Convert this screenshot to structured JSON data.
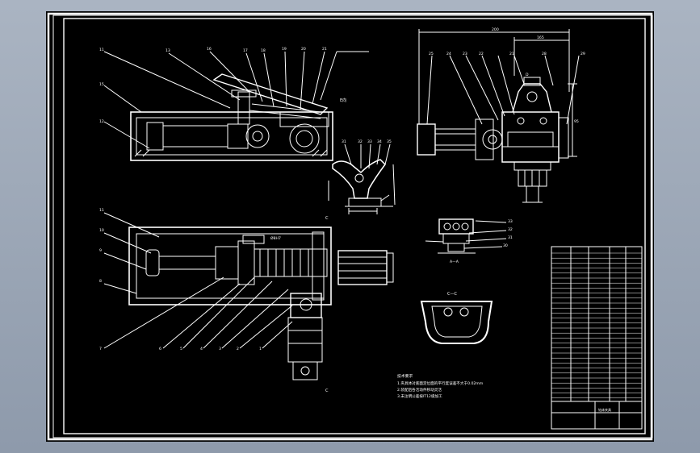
{
  "sheet": {
    "background": "#000000",
    "line_color": "#ffffff",
    "frame_color": "#ffffff"
  },
  "views": {
    "side_view": {
      "balloons": [
        "11",
        "13",
        "16",
        "17",
        "18",
        "19",
        "20",
        "21"
      ],
      "left_balloons": [
        "15",
        "12"
      ],
      "section_label": "E向"
    },
    "detail_view": {
      "balloons": [
        "31",
        "32",
        "33",
        "34",
        "35"
      ]
    },
    "end_view": {
      "dim_overall": "200",
      "dim_inner": "165",
      "dim_height": "95",
      "balloons": [
        "25",
        "24",
        "23",
        "22",
        "21",
        "28",
        "29"
      ],
      "section_label": "D"
    },
    "plan_view": {
      "left_balloons": [
        "11",
        "10",
        "9",
        "8",
        "7"
      ],
      "bottom_balloons": [
        "6",
        "5",
        "4",
        "3",
        "2",
        "1"
      ],
      "section_mark_top": "C",
      "section_mark_bottom": "C",
      "inner_label": "Ø8H7"
    },
    "small_section": {
      "balloons": [
        "33",
        "32",
        "31",
        "30"
      ],
      "label": "A—A"
    },
    "c_section": {
      "label": "C—C"
    }
  },
  "notes": {
    "heading": "技术要求",
    "lines": [
      "1.夹具体对底面定位面的平行度误差不大于0.02mm",
      "2.装配后各活动件移动灵活",
      "3.未注明公差按IT12级加工"
    ]
  },
  "title_block": {
    "drawing_title": "钻床夹具"
  }
}
